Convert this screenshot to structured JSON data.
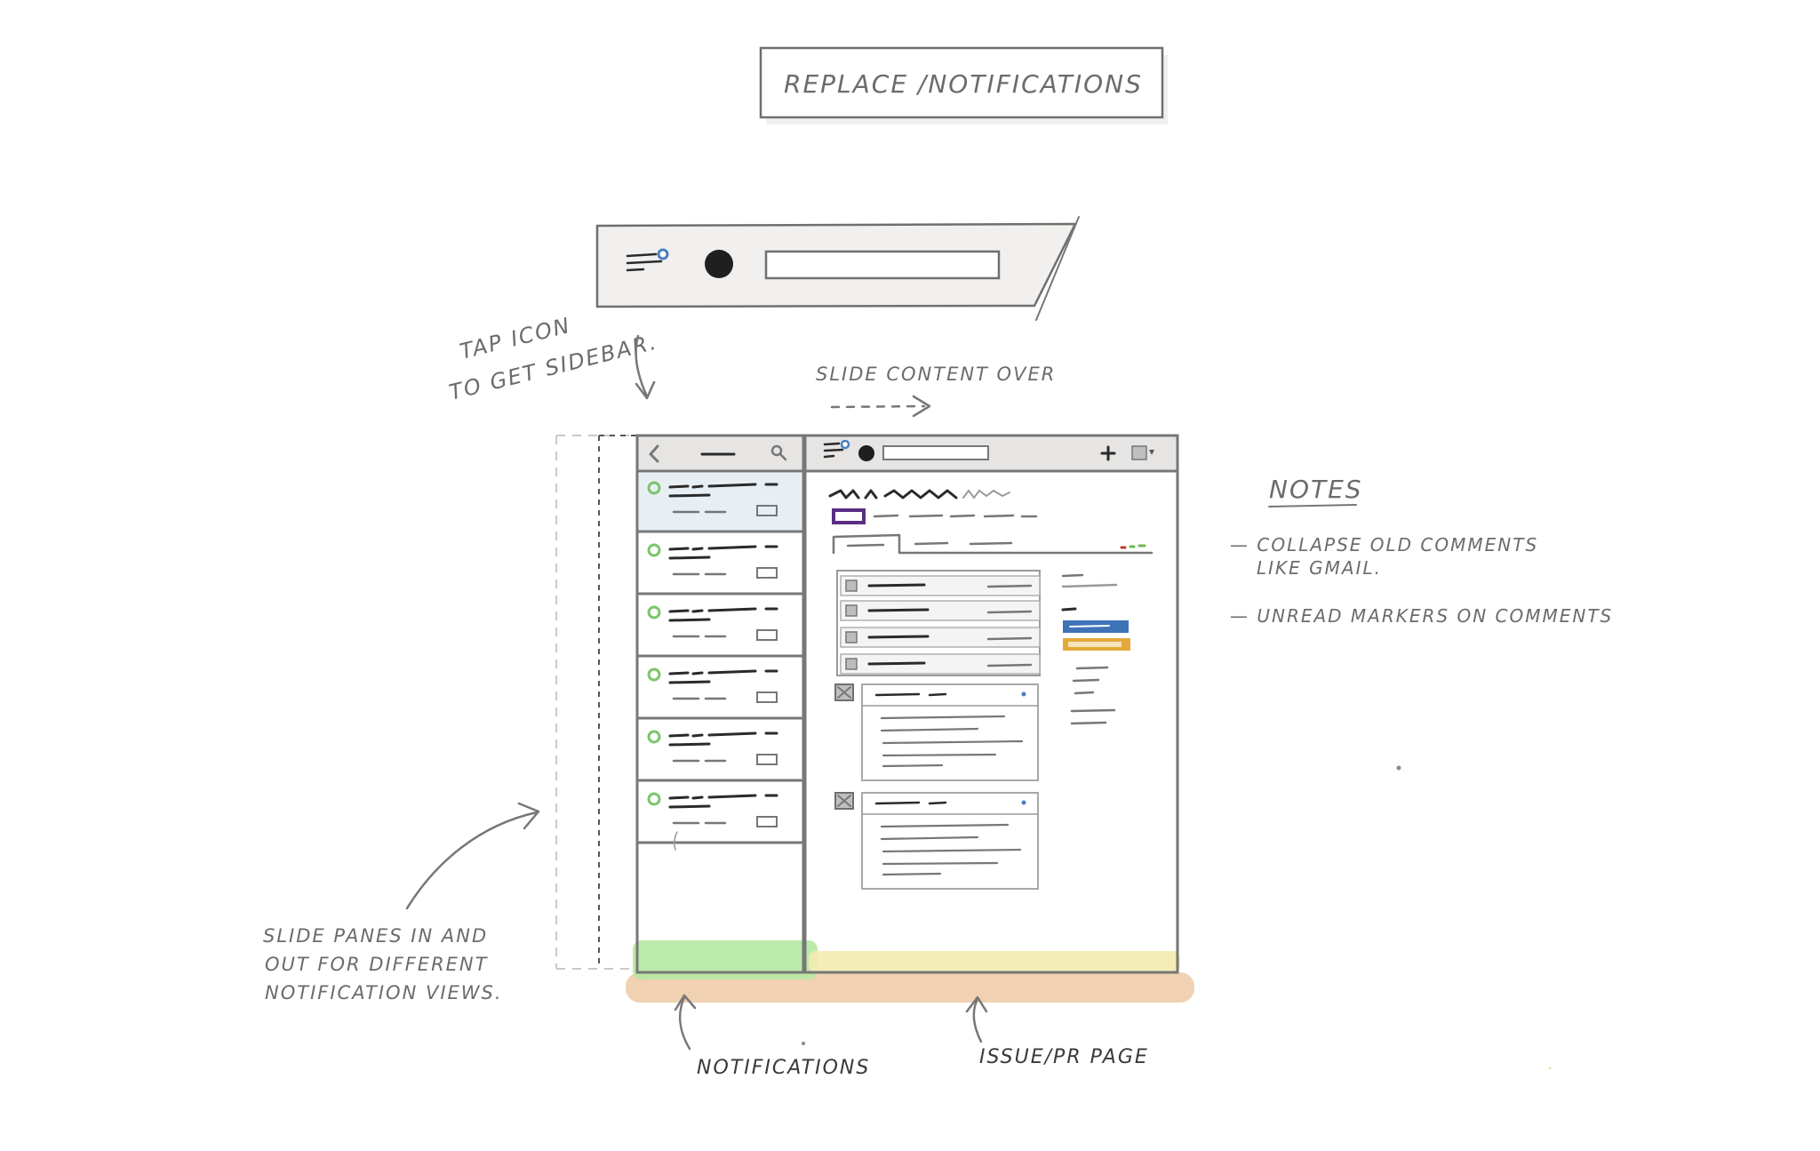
{
  "title": "REPLACE /NOTIFICATIONS",
  "annotations": {
    "tap_icon_line1": "TAP ICON",
    "tap_icon_line2": "TO GET SIDEBAR.",
    "slide_content": "SLIDE CONTENT OVER",
    "slide_panes_line1": "SLIDE PANES IN AND",
    "slide_panes_line2": "OUT FOR DIFFERENT",
    "slide_panes_line3": "NOTIFICATION VIEWS.",
    "notifications_label": "NOTIFICATIONS",
    "issue_page_label": "ISSUE/PR PAGE"
  },
  "notes": {
    "heading": "NOTES",
    "item1_line1": "— COLLAPSE OLD COMMENTS",
    "item1_line2": "LIKE GMAIL.",
    "item2": "— UNREAD MARKERS ON COMMENTS"
  },
  "icons": {
    "header_menu": "hamburger-icon",
    "unread_badge": "notification-dot-icon",
    "avatar": "avatar-icon",
    "back": "chevron-left-icon",
    "search": "search-icon",
    "plus": "plus-icon",
    "profile": "profile-menu-icon",
    "unread_ring": "unread-circle-icon",
    "repo": "repo-icon",
    "file": "file-icon",
    "checkbox": "checkbox-icon"
  },
  "colors": {
    "ink": "#777777",
    "ink_dark": "#2a2a2a",
    "panel_fill": "#f1f0ef",
    "unread_green": "#7cc56b",
    "selected_row": "#e8eff4",
    "label_purple": "#5a2d82",
    "button_blue": "#3f73b7",
    "button_orange": "#e3a93a",
    "highlight_green": "#b5e8a1",
    "highlight_yellow": "#f3ebb0",
    "highlight_orange": "#efcfae",
    "badge_blue": "#4a7fc4"
  }
}
